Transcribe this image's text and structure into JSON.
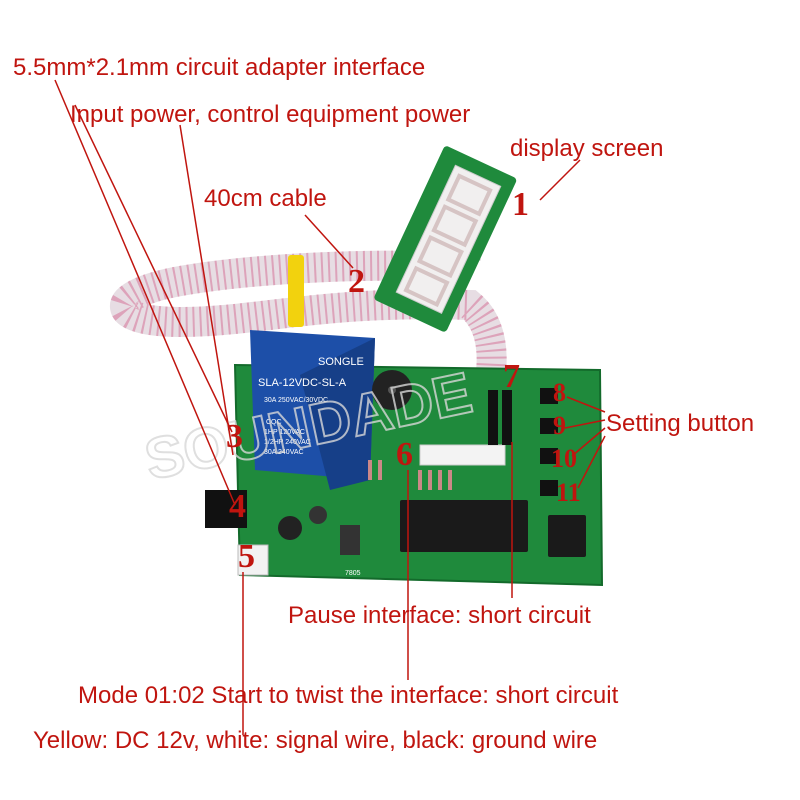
{
  "labels": {
    "adapter": "5.5mm*2.1mm circuit adapter interface",
    "input_power": "Input power, control equipment power",
    "display": "display screen",
    "cable": "40cm cable",
    "setting": "Setting button",
    "pause": "Pause interface: short circuit",
    "mode": "Mode 01:02 Start to twist the interface: short circuit",
    "wires": "Yellow: DC 12v, white: signal wire, black: ground wire"
  },
  "markers": [
    "1",
    "2",
    "3",
    "4",
    "5",
    "6",
    "7",
    "8",
    "9",
    "10",
    "11"
  ],
  "board": {
    "relay_brand": "SONGLE",
    "relay_model": "SLA-12VDC-SL-A",
    "relay_ratings": [
      "30A 250VAC/30VDC",
      "1HP 120VAC",
      "1/2HP 240VAC",
      "30A 240VAC"
    ],
    "cqc": "CQC",
    "regulator": "7805",
    "watermark": "SOUNDADE"
  },
  "colors": {
    "annotation": "#c0150f",
    "pcb": "#1f8a3c",
    "relay": "#1d4fa8"
  }
}
